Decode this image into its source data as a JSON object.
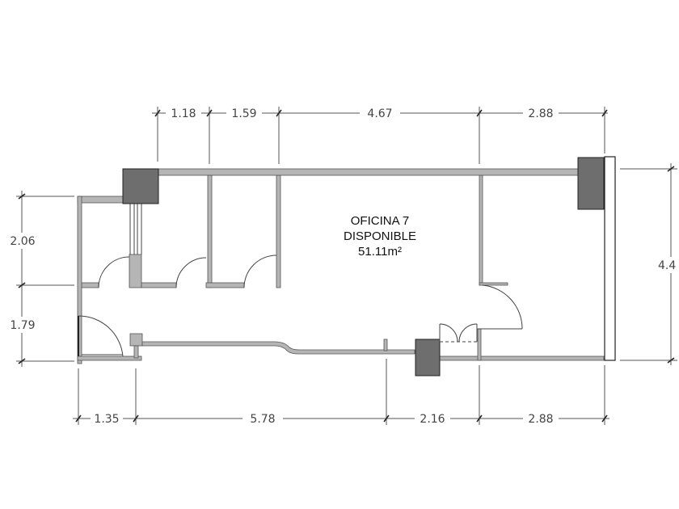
{
  "room": {
    "name": "OFICINA 7",
    "status": "DISPONIBLE",
    "area": "51.11m²"
  },
  "dimensions": {
    "top": [
      "1.18",
      "1.59",
      "4.67",
      "2.88"
    ],
    "bottom": [
      "1.35",
      "5.78",
      "2.16",
      "2.88"
    ],
    "left": [
      "2.06",
      "1.79"
    ],
    "right": [
      "4.4"
    ]
  },
  "colors": {
    "wall": "#b5b5b5",
    "column": "#6e6e6e"
  }
}
